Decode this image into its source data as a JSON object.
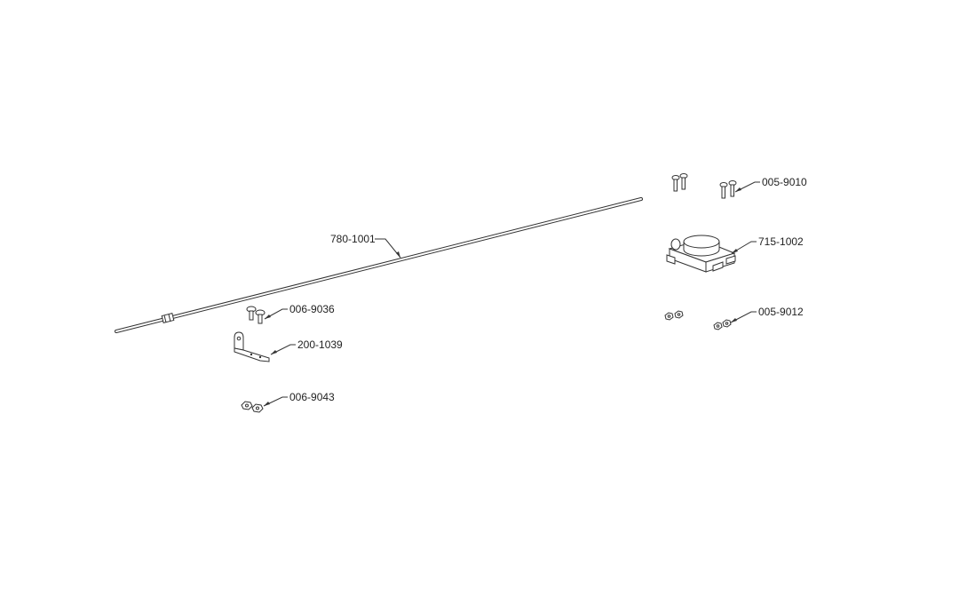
{
  "parts": [
    {
      "id": "rod",
      "label": "780-1001"
    },
    {
      "id": "screws-left",
      "label": "006-9036"
    },
    {
      "id": "bracket",
      "label": "200-1039"
    },
    {
      "id": "nuts-left",
      "label": "006-9043"
    },
    {
      "id": "screws-right",
      "label": "005-9010"
    },
    {
      "id": "housing",
      "label": "715-1002"
    },
    {
      "id": "nuts-right",
      "label": "005-9012"
    }
  ],
  "colors": {
    "line": "#333333",
    "background": "#ffffff"
  }
}
